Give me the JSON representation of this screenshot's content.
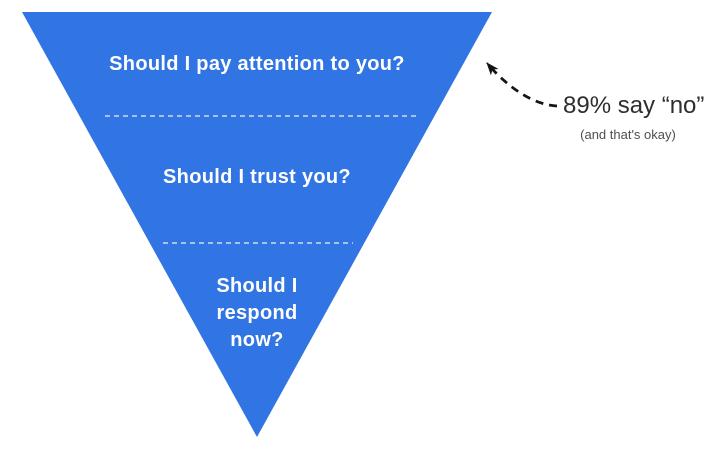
{
  "diagram": {
    "type": "inverted-funnel",
    "funnel": {
      "sections": [
        {
          "label": "Should I pay attention to you?"
        },
        {
          "label": "Should I trust you?"
        },
        {
          "label": "Should I respond now?"
        }
      ]
    },
    "annotation": {
      "headline": "89% say “no”",
      "subtext": "(and that's okay)",
      "arrow_icon": "dashed-curved-arrow"
    }
  },
  "colors": {
    "funnel-blue": "#3174e3",
    "label-white": "#ffffff",
    "divider": "#d2dbeb",
    "arrow-ink": "#141414",
    "headline-ink": "#2e2e2e",
    "subtext-ink": "#4f4f4f",
    "bg": "#ffffff"
  }
}
